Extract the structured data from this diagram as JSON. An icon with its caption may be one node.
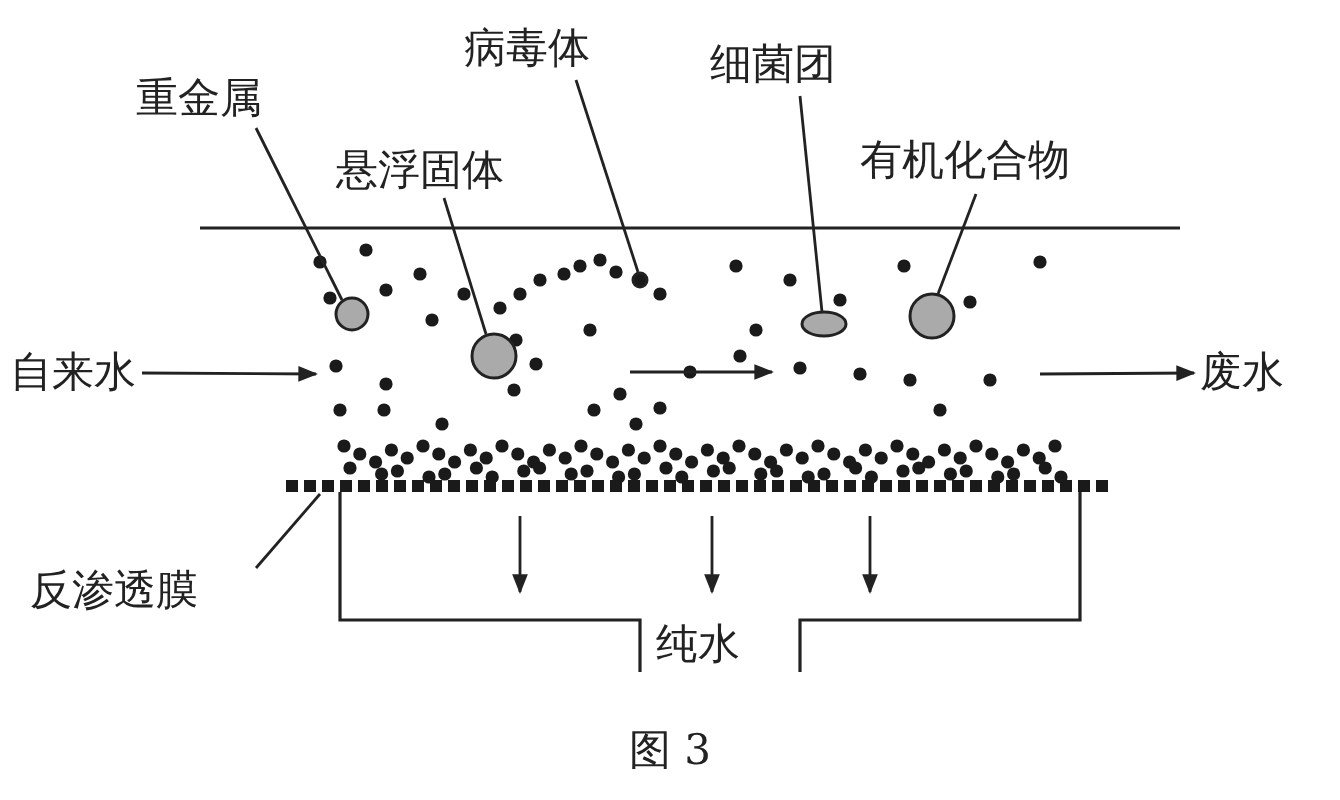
{
  "diagram": {
    "caption": "图 3",
    "nodes": [
      {
        "text": [
          "重金属"
        ]
      },
      {
        "text": [],
        "shape": "circle"
      },
      {
        "text": [
          "悬浮固体"
        ]
      },
      {
        "text": [],
        "shape": "circle"
      },
      {
        "text": [
          "病毒体"
        ]
      },
      {
        "text": [],
        "shape": "circle"
      },
      {
        "text": [
          "细菌团"
        ]
      },
      {
        "text": [],
        "shape": "ellipse"
      },
      {
        "text": [
          "有机化合物"
        ]
      },
      {
        "text": [],
        "shape": "circle"
      },
      {
        "text": [
          "反渗透膜"
        ]
      },
      {
        "text": [],
        "shape": "bar"
      },
      {
        "text": [
          "自来水"
        ]
      },
      {
        "text": [
          "废水"
        ]
      },
      {
        "text": [
          "纯水"
        ]
      }
    ],
    "edges": [
      {
        "from": 0,
        "to": 1,
        "arrow": "none"
      },
      {
        "from": 2,
        "to": 3,
        "arrow": "none"
      },
      {
        "from": 4,
        "to": 5,
        "arrow": "none"
      },
      {
        "from": 6,
        "to": 7,
        "arrow": "none"
      },
      {
        "from": 8,
        "to": 9,
        "arrow": "none"
      },
      {
        "from": 10,
        "to": 11,
        "arrow": "none"
      },
      {
        "from": 12,
        "to": null,
        "arrow": "to"
      },
      {
        "from": null,
        "to": 13,
        "arrow": "to"
      }
    ]
  }
}
